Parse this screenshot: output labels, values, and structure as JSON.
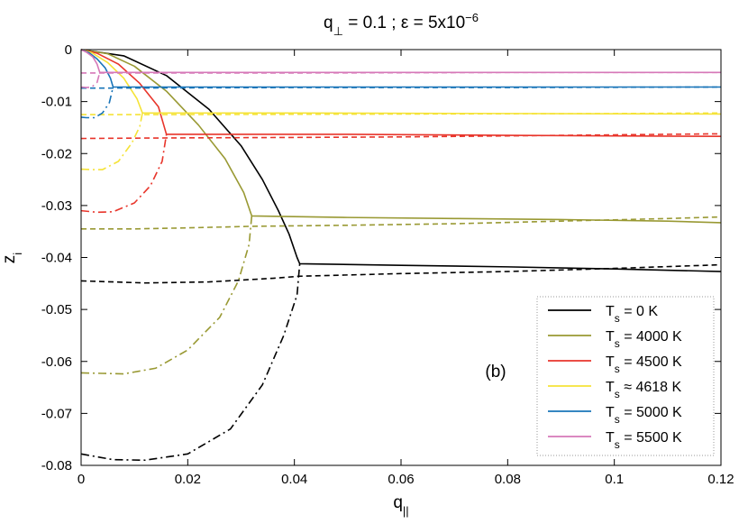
{
  "chart_data": {
    "type": "line",
    "title": {
      "main": "q",
      "main_sub": "⊥",
      "rest": " = 0.1 ; ε = 5x10",
      "sup": "−6"
    },
    "xlabel": {
      "main": "q",
      "sub": "||"
    },
    "ylabel": {
      "main": "z",
      "sub": "i"
    },
    "panel_label": "(b)",
    "xlim": [
      0,
      0.12
    ],
    "ylim": [
      -0.08,
      0
    ],
    "xticks": [
      0,
      0.02,
      0.04,
      0.06,
      0.08,
      0.1,
      0.12
    ],
    "xtick_labels": [
      "0",
      "0.02",
      "0.04",
      "0.06",
      "0.08",
      "0.1",
      "0.12"
    ],
    "yticks": [
      0,
      -0.01,
      -0.02,
      -0.03,
      -0.04,
      -0.05,
      -0.06,
      -0.07,
      -0.08
    ],
    "ytick_labels": [
      "0",
      "-0.01",
      "-0.02",
      "-0.03",
      "-0.04",
      "-0.05",
      "-0.06",
      "-0.07",
      "-0.08"
    ],
    "grid": false,
    "legend_position": "bottom-right",
    "series": [
      {
        "name": "T_s = 0 K",
        "legend": {
          "pre": "T",
          "sub": "s",
          "post": " = 0 K"
        },
        "color": "#000000",
        "solid": [
          [
            0,
            0
          ],
          [
            0.008,
            -0.0012
          ],
          [
            0.016,
            -0.005
          ],
          [
            0.024,
            -0.0115
          ],
          [
            0.03,
            -0.0185
          ],
          [
            0.034,
            -0.025
          ],
          [
            0.037,
            -0.031
          ],
          [
            0.039,
            -0.0355
          ],
          [
            0.0405,
            -0.04
          ],
          [
            0.041,
            -0.0412
          ],
          [
            0.06,
            -0.0415
          ],
          [
            0.08,
            -0.0418
          ],
          [
            0.1,
            -0.0422
          ],
          [
            0.12,
            -0.0427
          ]
        ],
        "dashed": [
          [
            0,
            -0.0445
          ],
          [
            0.012,
            -0.0449
          ],
          [
            0.024,
            -0.0447
          ],
          [
            0.036,
            -0.044
          ],
          [
            0.041,
            -0.0436
          ],
          [
            0.06,
            -0.0431
          ],
          [
            0.08,
            -0.0427
          ],
          [
            0.1,
            -0.0421
          ],
          [
            0.12,
            -0.0414
          ]
        ],
        "dashdot": [
          [
            0,
            -0.0778
          ],
          [
            0.006,
            -0.0789
          ],
          [
            0.012,
            -0.079
          ],
          [
            0.02,
            -0.0778
          ],
          [
            0.028,
            -0.073
          ],
          [
            0.034,
            -0.0645
          ],
          [
            0.038,
            -0.055
          ],
          [
            0.0405,
            -0.0472
          ],
          [
            0.041,
            -0.0412
          ]
        ]
      },
      {
        "name": "T_s = 4000 K",
        "legend": {
          "pre": "T",
          "sub": "s",
          "post": " = 4000 K"
        },
        "color": "#999933",
        "solid": [
          [
            0,
            0
          ],
          [
            0.005,
            -0.0008
          ],
          [
            0.01,
            -0.0032
          ],
          [
            0.016,
            -0.008
          ],
          [
            0.022,
            -0.0145
          ],
          [
            0.027,
            -0.021
          ],
          [
            0.0305,
            -0.0275
          ],
          [
            0.032,
            -0.032
          ],
          [
            0.05,
            -0.0323
          ],
          [
            0.07,
            -0.0325
          ],
          [
            0.09,
            -0.0327
          ],
          [
            0.11,
            -0.033
          ],
          [
            0.12,
            -0.0333
          ]
        ],
        "dashed": [
          [
            0,
            -0.0345
          ],
          [
            0.01,
            -0.0345
          ],
          [
            0.02,
            -0.0343
          ],
          [
            0.032,
            -0.034
          ],
          [
            0.05,
            -0.0338
          ],
          [
            0.07,
            -0.0335
          ],
          [
            0.09,
            -0.033
          ],
          [
            0.11,
            -0.0325
          ],
          [
            0.12,
            -0.0322
          ]
        ],
        "dashdot": [
          [
            0,
            -0.0622
          ],
          [
            0.004,
            -0.0623
          ],
          [
            0.008,
            -0.0624
          ],
          [
            0.014,
            -0.0613
          ],
          [
            0.02,
            -0.0578
          ],
          [
            0.026,
            -0.0515
          ],
          [
            0.0295,
            -0.0445
          ],
          [
            0.0315,
            -0.0375
          ],
          [
            0.032,
            -0.032
          ]
        ]
      },
      {
        "name": "T_s = 4500 K",
        "legend": {
          "pre": "T",
          "sub": "s",
          "post": " = 4500 K"
        },
        "color": "#e8352b",
        "solid": [
          [
            0,
            0
          ],
          [
            0.003,
            -0.0007
          ],
          [
            0.007,
            -0.0028
          ],
          [
            0.011,
            -0.0065
          ],
          [
            0.0145,
            -0.011
          ],
          [
            0.016,
            -0.0163
          ],
          [
            0.05,
            -0.0163
          ],
          [
            0.08,
            -0.0165
          ],
          [
            0.1,
            -0.0166
          ],
          [
            0.12,
            -0.0167
          ]
        ],
        "dashed": [
          [
            0,
            -0.0171
          ],
          [
            0.016,
            -0.017
          ],
          [
            0.04,
            -0.0169
          ],
          [
            0.06,
            -0.0168
          ],
          [
            0.08,
            -0.0166
          ],
          [
            0.1,
            -0.0164
          ],
          [
            0.12,
            -0.0162
          ]
        ],
        "dashdot": [
          [
            0,
            -0.031
          ],
          [
            0.003,
            -0.0313
          ],
          [
            0.006,
            -0.0312
          ],
          [
            0.01,
            -0.0295
          ],
          [
            0.013,
            -0.0262
          ],
          [
            0.0152,
            -0.0215
          ],
          [
            0.016,
            -0.0163
          ]
        ]
      },
      {
        "name": "T_s ≈ 4618 K",
        "legend": {
          "pre": "T",
          "sub": "s",
          "post": " ≈ 4618 K"
        },
        "color": "#f5e338",
        "solid": [
          [
            0,
            0
          ],
          [
            0.002,
            -0.0006
          ],
          [
            0.005,
            -0.0025
          ],
          [
            0.008,
            -0.0055
          ],
          [
            0.0105,
            -0.0095
          ],
          [
            0.0115,
            -0.0122
          ],
          [
            0.04,
            -0.0122
          ],
          [
            0.08,
            -0.0123
          ],
          [
            0.12,
            -0.0124
          ]
        ],
        "dashed": [
          [
            0,
            -0.0125
          ],
          [
            0.02,
            -0.0125
          ],
          [
            0.06,
            -0.0124
          ],
          [
            0.1,
            -0.0123
          ],
          [
            0.12,
            -0.0122
          ]
        ],
        "dashdot": [
          [
            0,
            -0.023
          ],
          [
            0.002,
            -0.0231
          ],
          [
            0.004,
            -0.0231
          ],
          [
            0.007,
            -0.0215
          ],
          [
            0.0095,
            -0.018
          ],
          [
            0.011,
            -0.0148
          ],
          [
            0.0115,
            -0.0122
          ]
        ]
      },
      {
        "name": "T_s = 5000 K",
        "legend": {
          "pre": "T",
          "sub": "s",
          "post": " = 5000 K"
        },
        "color": "#1874b8",
        "solid": [
          [
            0,
            0
          ],
          [
            0.0015,
            -0.0006
          ],
          [
            0.003,
            -0.0018
          ],
          [
            0.0045,
            -0.0035
          ],
          [
            0.0055,
            -0.0055
          ],
          [
            0.006,
            -0.0072
          ],
          [
            0.04,
            -0.0072
          ],
          [
            0.08,
            -0.0072
          ],
          [
            0.12,
            -0.0072
          ]
        ],
        "dashed": [
          [
            0,
            -0.0074
          ],
          [
            0.006,
            -0.0074
          ],
          [
            0.04,
            -0.0073
          ],
          [
            0.08,
            -0.0073
          ],
          [
            0.12,
            -0.0072
          ]
        ],
        "dashdot": [
          [
            0,
            -0.013
          ],
          [
            0.001,
            -0.0131
          ],
          [
            0.0025,
            -0.0131
          ],
          [
            0.004,
            -0.0122
          ],
          [
            0.0053,
            -0.0102
          ],
          [
            0.006,
            -0.0072
          ]
        ]
      },
      {
        "name": "T_s = 5500 K",
        "legend": {
          "pre": "T",
          "sub": "s",
          "post": " = 5500 K"
        },
        "color": "#d678b8",
        "solid": [
          [
            0,
            0
          ],
          [
            0.001,
            -0.0005
          ],
          [
            0.0022,
            -0.0014
          ],
          [
            0.003,
            -0.0028
          ],
          [
            0.0035,
            -0.0044
          ],
          [
            0.04,
            -0.0044
          ],
          [
            0.08,
            -0.0044
          ],
          [
            0.12,
            -0.0044
          ]
        ],
        "dashed": [
          [
            0,
            -0.0045
          ],
          [
            0.0035,
            -0.0045
          ],
          [
            0.04,
            -0.0045
          ],
          [
            0.08,
            -0.0044
          ],
          [
            0.12,
            -0.0044
          ]
        ],
        "dashdot": [
          [
            0,
            -0.0072
          ],
          [
            0.001,
            -0.0073
          ],
          [
            0.002,
            -0.0072
          ],
          [
            0.003,
            -0.0063
          ],
          [
            0.0035,
            -0.0044
          ]
        ]
      }
    ]
  }
}
